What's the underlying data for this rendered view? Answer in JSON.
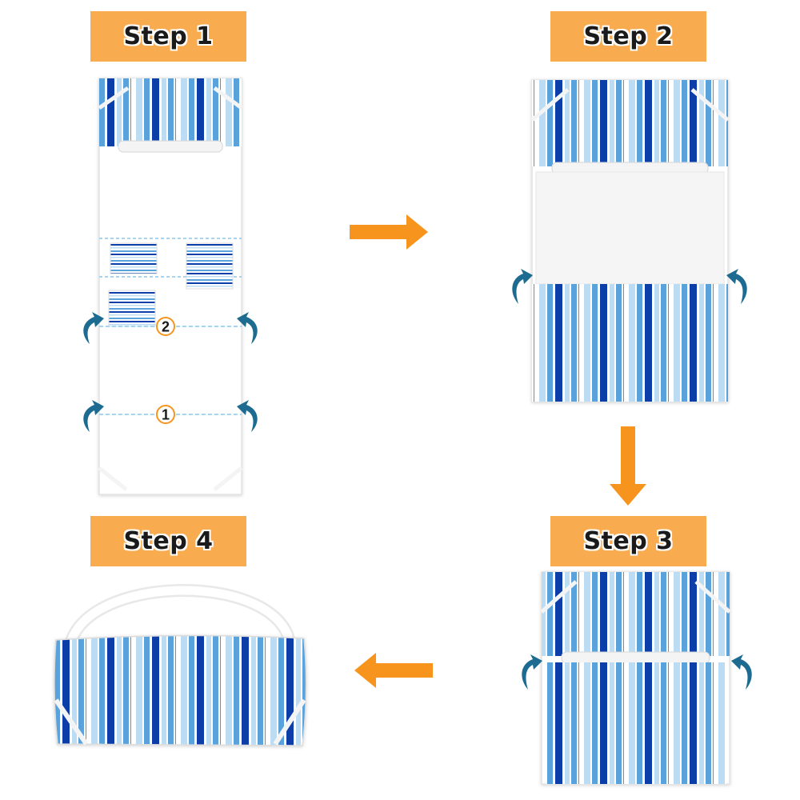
{
  "steps": [
    {
      "label": "Step 1"
    },
    {
      "label": "Step 2"
    },
    {
      "label": "Step 3"
    },
    {
      "label": "Step 4"
    }
  ],
  "fold_markers": [
    "1",
    "2"
  ],
  "colors": {
    "label_bg": "#f8ac4f",
    "arrow": "#f7941d",
    "fold_arrow": "#1d6b91",
    "stripe_dark": "#0b3ea8",
    "stripe_mid": "#5aa2dc",
    "stripe_light": "#bcdcf4",
    "fold_line": "#a9d4ef"
  },
  "icons": [
    "right-arrow-icon",
    "down-arrow-icon",
    "left-arrow-icon",
    "curved-fold-arrow-icon"
  ]
}
